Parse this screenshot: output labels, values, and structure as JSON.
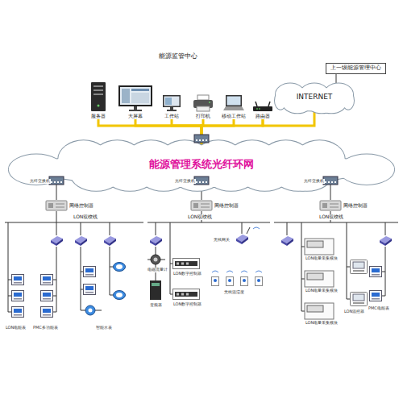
{
  "diagram": {
    "nodes": [
      {
        "text": [
          "上一级能源管理中心"
        ]
      },
      {
        "text": [
          "服务器"
        ]
      },
      {
        "text": [
          "大屏幕"
        ]
      },
      {
        "text": [
          "工作站"
        ]
      },
      {
        "text": [
          "打印机"
        ]
      },
      {
        "text": [
          "移动工作站"
        ]
      },
      {
        "text": [
          "路由器"
        ]
      },
      {
        "text": [
          "INTERNET"
        ]
      },
      {
        "text": [
          "能源管理系统光纤环网"
        ]
      },
      {
        "text": [
          "网络控制器"
        ]
      },
      {
        "text": [
          "网络控制器"
        ]
      },
      {
        "text": [
          "网络控制器"
        ]
      }
    ],
    "edges": [
      {
        "from": 1,
        "to": 8,
        "arrow": "none"
      },
      {
        "from": 2,
        "to": 8,
        "arrow": "none"
      },
      {
        "from": 3,
        "to": 8,
        "arrow": "none"
      },
      {
        "from": 4,
        "to": 8,
        "arrow": "none"
      },
      {
        "from": 5,
        "to": 8,
        "arrow": "none"
      },
      {
        "from": 6,
        "to": 8,
        "arrow": "none"
      },
      {
        "from": 6,
        "to": 7,
        "arrow": "none"
      },
      {
        "from": 7,
        "to": 0,
        "arrow": "none"
      },
      {
        "from": 8,
        "to": 9,
        "arrow": "none"
      },
      {
        "from": 8,
        "to": 10,
        "arrow": "none"
      },
      {
        "from": 8,
        "to": 11,
        "arrow": "none"
      }
    ],
    "labels": [
      "能源监管中心",
      "LON双绞线",
      "LON双绞线",
      "LON双绞线",
      "光纤交换机",
      "光纤交换机",
      "光纤交换机",
      "LON电能表",
      "PMC多功能表",
      "智能水表",
      "电磁流量计",
      "变频器",
      "LON数字控制器",
      "LON数字控制器",
      "无线网关",
      "无线温湿度",
      "LON电量采集模块",
      "LON电量采集模块",
      "LON电量采集模块",
      "LON温控器",
      "PMC电能表"
    ]
  }
}
